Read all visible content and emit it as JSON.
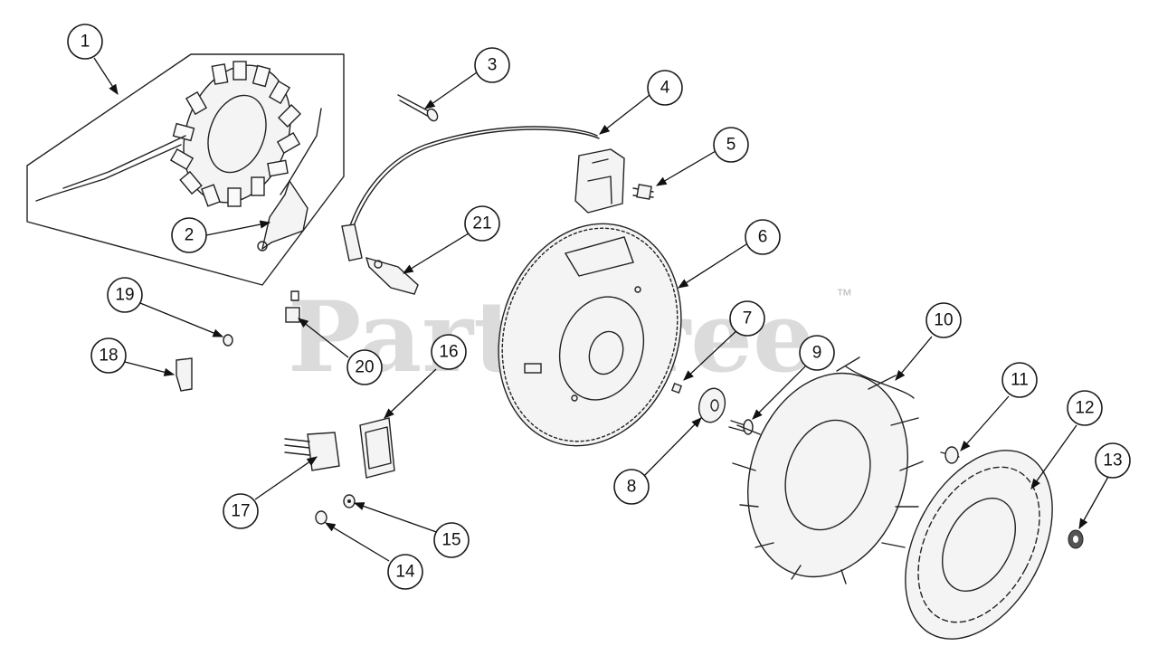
{
  "watermark": {
    "brand": "PartsTree",
    "trademark": "™"
  },
  "callouts": [
    "1",
    "2",
    "3",
    "4",
    "5",
    "6",
    "7",
    "8",
    "9",
    "10",
    "11",
    "12",
    "13",
    "14",
    "15",
    "16",
    "17",
    "18",
    "19",
    "20",
    "21"
  ]
}
